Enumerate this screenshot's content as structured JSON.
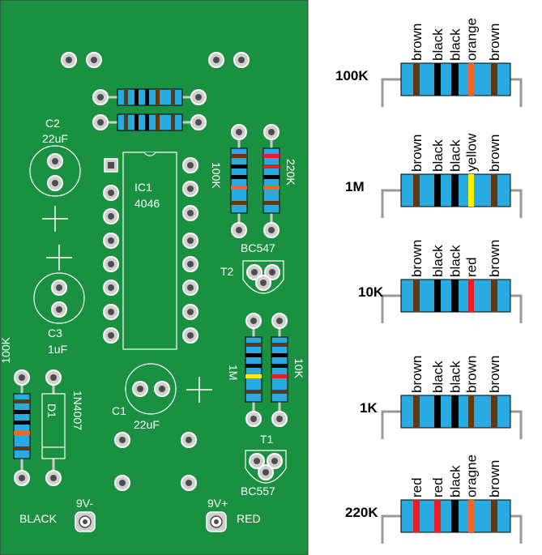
{
  "board": {
    "background": "#1a9141",
    "components": {
      "c2": {
        "ref": "C2",
        "value": "22uF"
      },
      "c3": {
        "ref": "C3",
        "value": "1uF"
      },
      "c1": {
        "ref": "C1",
        "value": "22uF"
      },
      "ic1": {
        "ref": "IC1",
        "value": "4046"
      },
      "r_100k_left": {
        "value": "100K"
      },
      "r_100k_mid": {
        "value": "100K"
      },
      "r_220k": {
        "value": "220K"
      },
      "r_1m": {
        "value": "1M"
      },
      "r_10k": {
        "value": "10K"
      },
      "d1": {
        "ref": "D1",
        "value": "1N4007"
      },
      "t1": {
        "ref": "T1",
        "value": "BC557"
      },
      "t2": {
        "ref": "T2",
        "value": "BC547"
      }
    },
    "terminals": {
      "neg": {
        "label": "9V-",
        "wire": "BLACK"
      },
      "pos": {
        "label": "9V+",
        "wire": "RED"
      }
    }
  },
  "colors": {
    "brown": "#603913",
    "black": "#000000",
    "orange": "#f26522",
    "yellow": "#fff200",
    "red": "#ed1c24",
    "body": "#29abe2"
  },
  "resistor_legend": [
    {
      "value": "100K",
      "bands": [
        "brown",
        "black",
        "black",
        "orange",
        "brown"
      ],
      "colors": [
        "brown",
        "black",
        "black",
        "orange",
        "brown"
      ]
    },
    {
      "value": "1M",
      "bands": [
        "brown",
        "black",
        "black",
        "yellow",
        "brown"
      ],
      "colors": [
        "brown",
        "black",
        "black",
        "yellow",
        "brown"
      ]
    },
    {
      "value": "10K",
      "bands": [
        "brown",
        "black",
        "black",
        "red",
        "brown"
      ],
      "colors": [
        "brown",
        "black",
        "black",
        "red",
        "brown"
      ]
    },
    {
      "value": "1K",
      "bands": [
        "brown",
        "black",
        "black",
        "brown",
        "brown"
      ],
      "colors": [
        "brown",
        "black",
        "black",
        "brown",
        "brown"
      ]
    },
    {
      "value": "220K",
      "bands": [
        "red",
        "red",
        "black",
        "oragne",
        "brown"
      ],
      "colors": [
        "red",
        "red",
        "black",
        "orange",
        "brown"
      ]
    }
  ]
}
